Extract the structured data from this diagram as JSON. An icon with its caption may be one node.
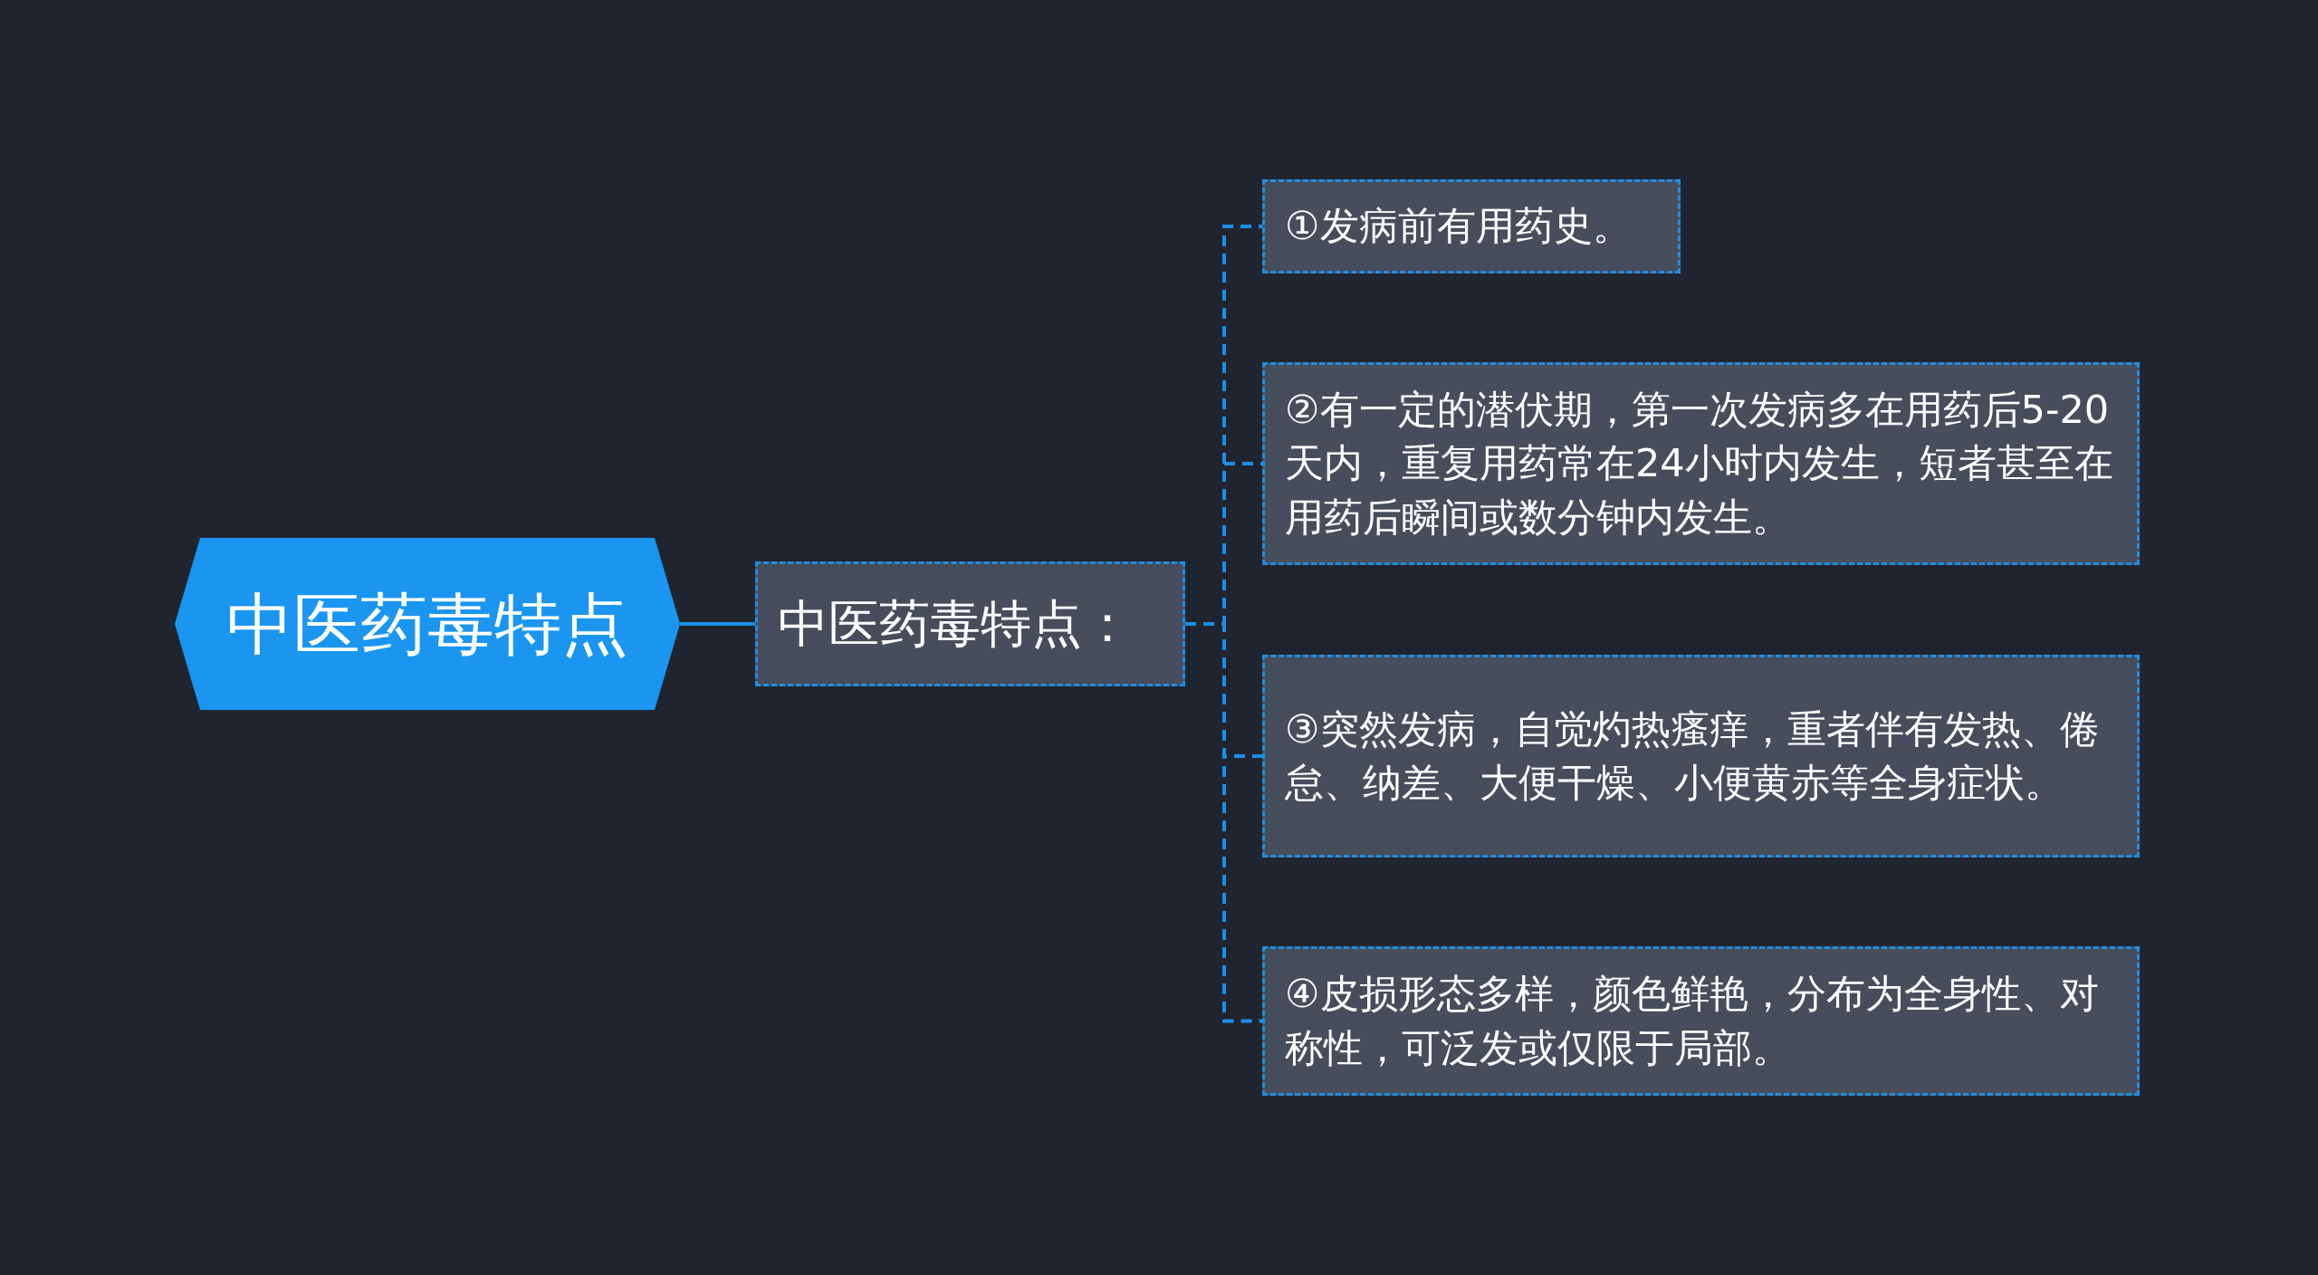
{
  "diagram": {
    "nodes": [
      {
        "text": [
          "中医药毒特点"
        ]
      },
      {
        "text": [
          "中医药毒特点："
        ]
      },
      {
        "text": [
          "①发病前有用药史。"
        ]
      },
      {
        "text": [
          "②有一定的潜伏期，第一次发病多在用药后5-20天内，重复用药常在24小时内发生，短者甚至在用药后瞬间或数分钟内发生。"
        ]
      },
      {
        "text": [
          "③突然发病，自觉灼热瘙痒，重者伴有发热、倦怠、纳差、大便干燥、小便黄赤等全身症状。"
        ]
      },
      {
        "text": [
          "④皮损形态多样，颜色鲜艳，分布为全身性、对称性，可泛发或仅限于局部。"
        ]
      }
    ],
    "edges": [
      {
        "from": 0,
        "to": 1,
        "arrow": "none"
      },
      {
        "from": 1,
        "to": 2,
        "arrow": "none",
        "style": "dashed"
      },
      {
        "from": 1,
        "to": 3,
        "arrow": "none",
        "style": "dashed"
      },
      {
        "from": 1,
        "to": 4,
        "arrow": "none",
        "style": "dashed"
      },
      {
        "from": 1,
        "to": 5,
        "arrow": "none",
        "style": "dashed"
      }
    ]
  }
}
